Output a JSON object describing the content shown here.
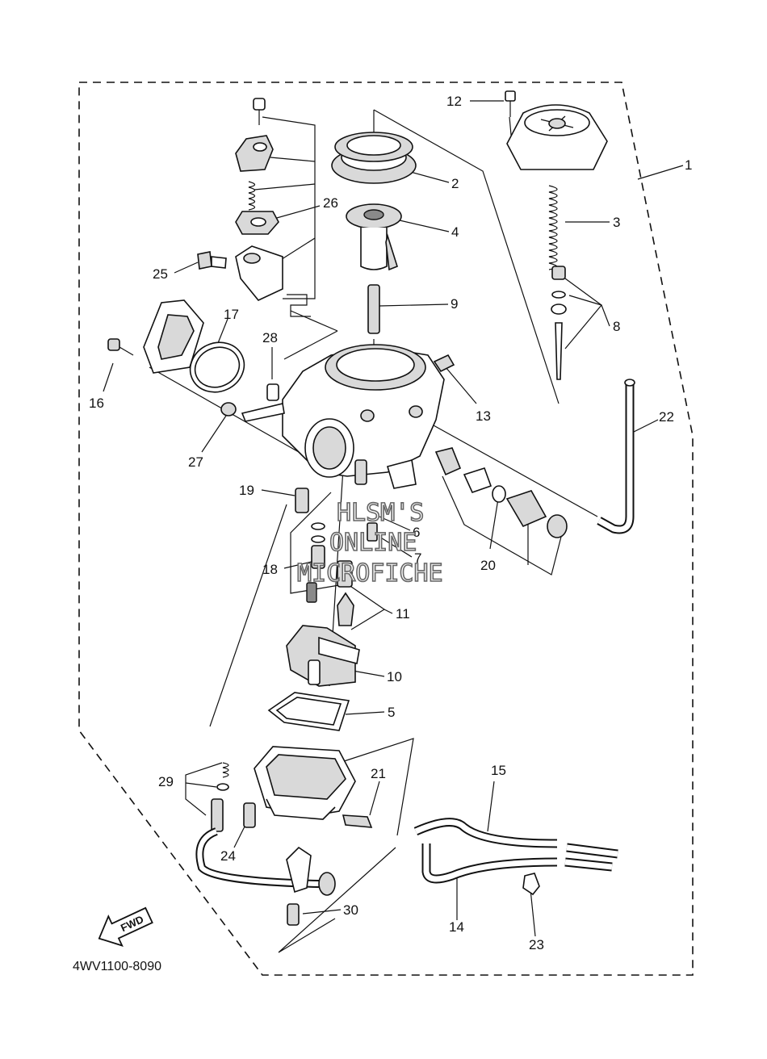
{
  "diagram": {
    "part_code": "4WV1100-8090",
    "watermark": [
      "HLSM'S",
      "ONLINE",
      "MICROFICHE"
    ],
    "fwd_label": "FWD",
    "callouts": [
      "1",
      "2",
      "3",
      "4",
      "5",
      "6",
      "7",
      "8",
      "9",
      "10",
      "11",
      "12",
      "13",
      "14",
      "15",
      "16",
      "17",
      "18",
      "19",
      "20",
      "21",
      "22",
      "23",
      "24",
      "25",
      "26",
      "27",
      "28",
      "29",
      "30"
    ]
  }
}
